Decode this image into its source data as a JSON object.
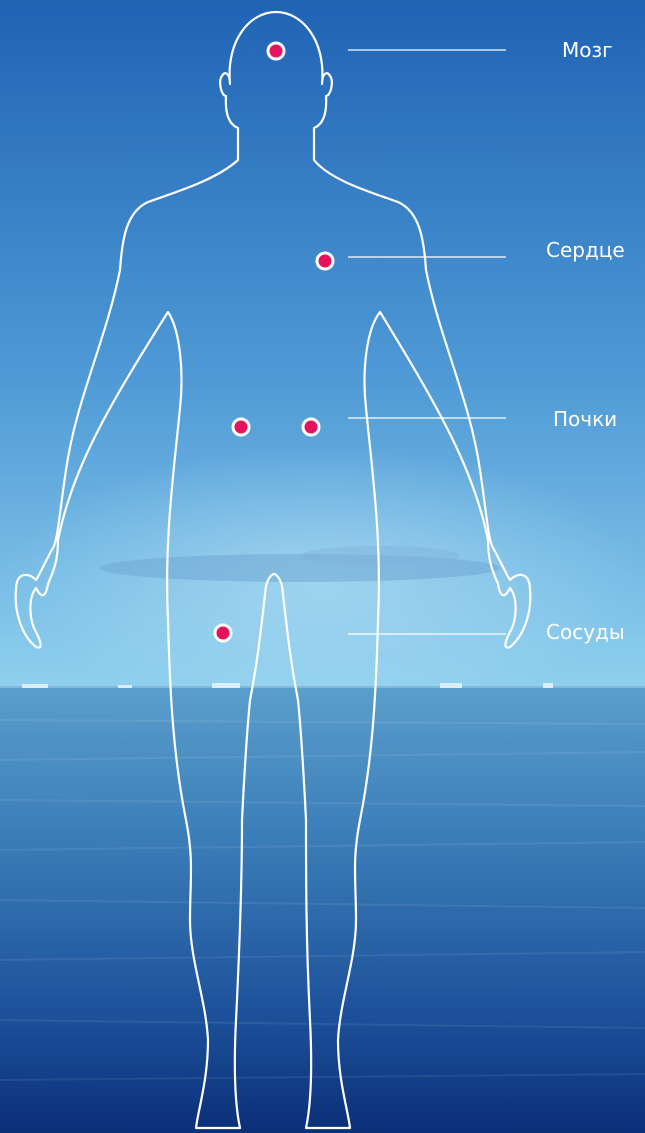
{
  "colors": {
    "sky_top": "#1f63b4",
    "sky_horizon": "#8fd0ee",
    "sea_horizon": "#4f94c4",
    "sea_bottom": "#0b2f78",
    "outline": "#ffffff",
    "marker": "#e6125d"
  },
  "organs": {
    "brain": "Мозг",
    "heart": "Сердце",
    "kidneys": "Почки",
    "vessels": "Сосуды"
  }
}
